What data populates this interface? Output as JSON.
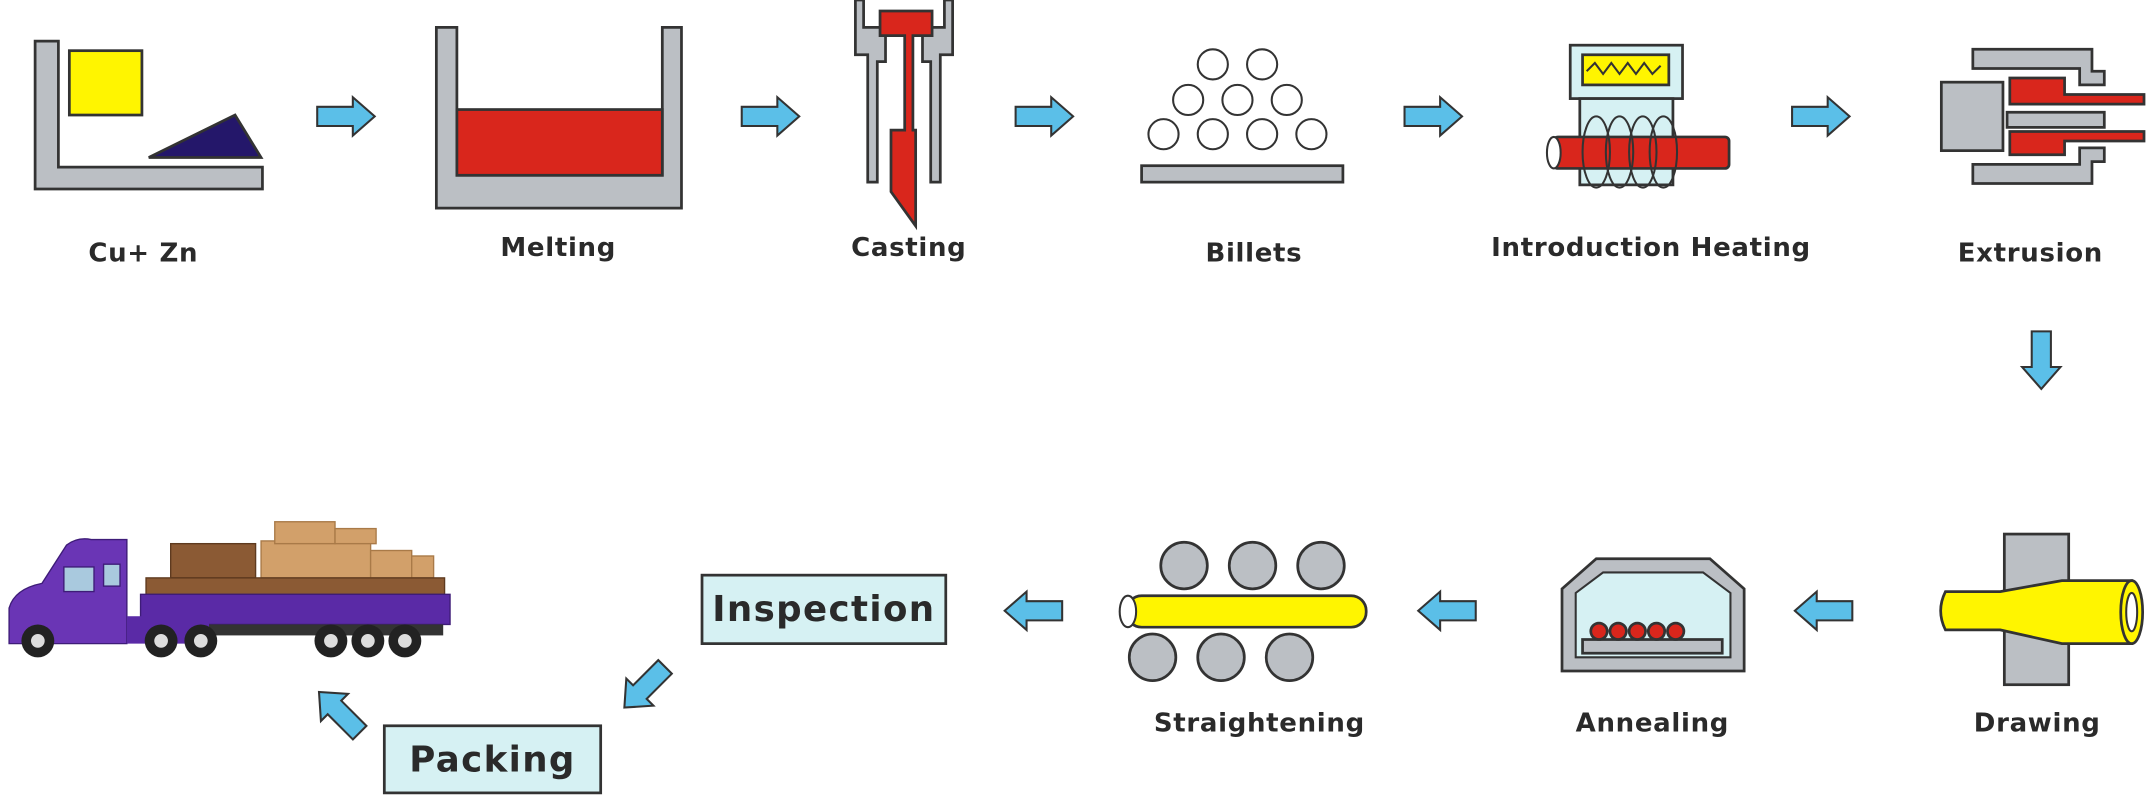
{
  "title": "Brass tube manufacturing process",
  "steps": {
    "raw": "Cu+ Zn",
    "melting": "Melting",
    "casting": "Casting",
    "billets": "Billets",
    "heating": "Introduction Heating",
    "extrusion": "Extrusion",
    "drawing": "Drawing",
    "annealing": "Annealing",
    "straightening": "Straightening",
    "inspection": "Inspection",
    "packing": "Packing"
  },
  "colors": {
    "arrow": "#5bbfe8",
    "metal_red": "#d9261c",
    "brass_yellow": "#fff500",
    "steel_gray": "#bbbfc4",
    "box_fill": "#d6f1f3",
    "truck_purple": "#6a35b5"
  }
}
